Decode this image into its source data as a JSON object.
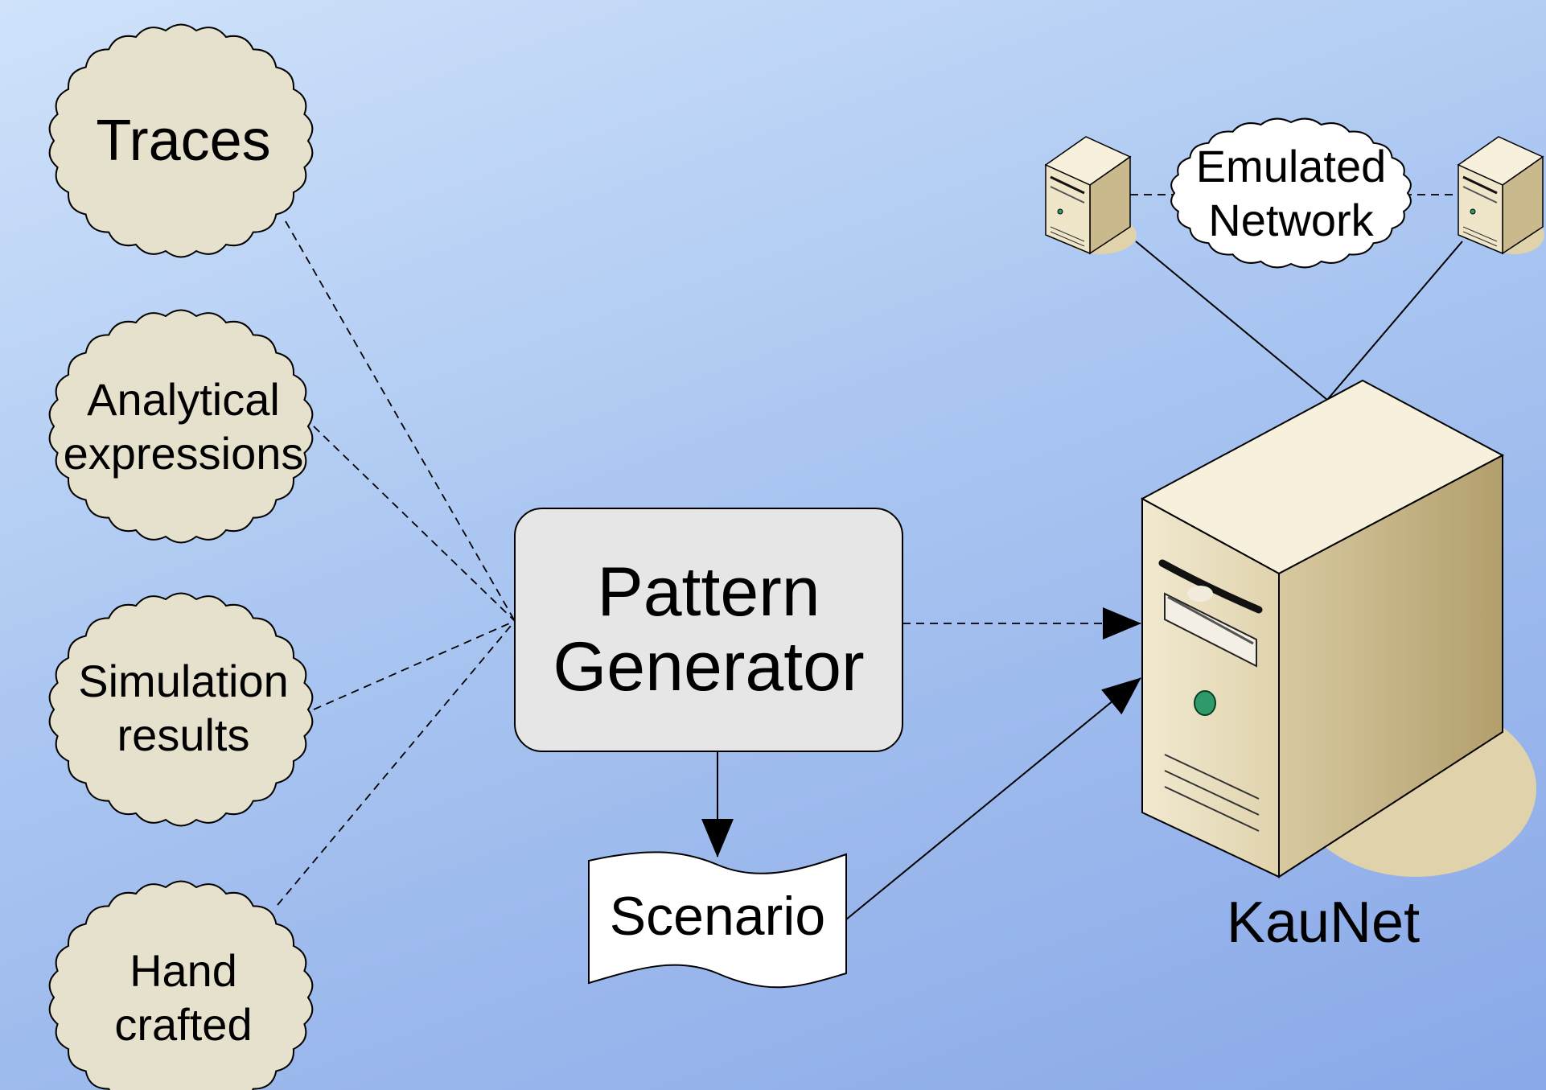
{
  "sources": [
    {
      "line1": "Traces",
      "line2": ""
    },
    {
      "line1": "Analytical",
      "line2": "expressions"
    },
    {
      "line1": "Simulation",
      "line2": "results"
    },
    {
      "line1": "Hand",
      "line2": "crafted"
    }
  ],
  "generator": {
    "line1": "Pattern",
    "line2": "Generator"
  },
  "scenario": {
    "label": "Scenario"
  },
  "network": {
    "line1": "Emulated",
    "line2": "Network"
  },
  "kaunet": {
    "label": "KauNet"
  },
  "colors": {
    "cloud_fill": "#e5e1cc",
    "generator_fill": "#e6e6e6",
    "server_face": "#ece3c7",
    "server_side": "#c8b88b",
    "server_top": "#f6f0dc"
  },
  "icons": {
    "source_shape": "cloud-icon",
    "scenario_shape": "document-icon",
    "server_shape": "tower-server-icon"
  }
}
